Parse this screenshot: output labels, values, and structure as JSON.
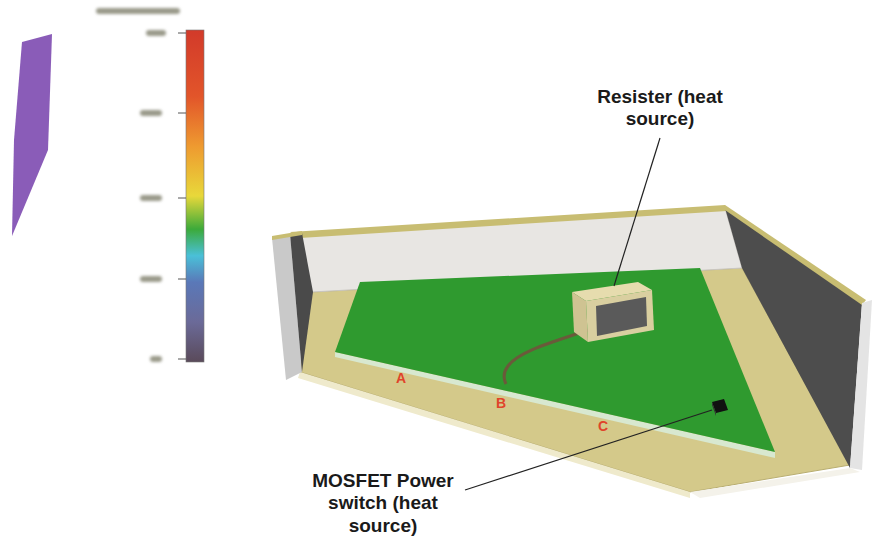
{
  "diagram": {
    "labels": [
      "Resister (heat source)",
      "MOSFET Power switch (heat source)",
      "A",
      "B",
      "C"
    ]
  }
}
